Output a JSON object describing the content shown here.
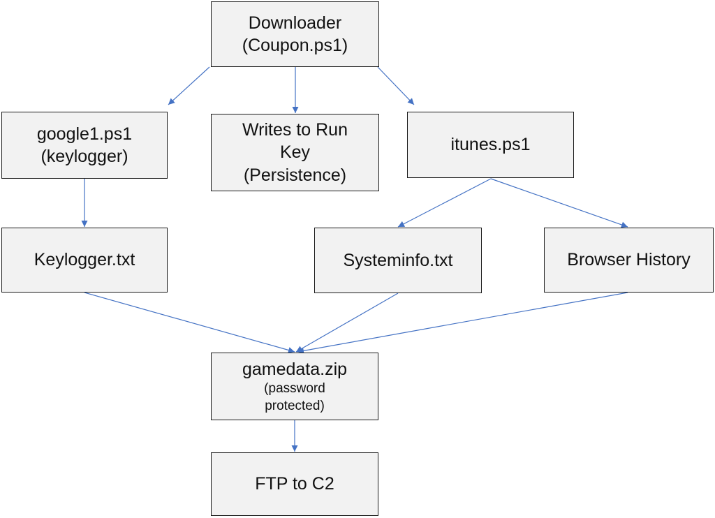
{
  "colors": {
    "box_fill": "#f2f2f2",
    "box_border": "#1a1a1a",
    "connector": "#4472c4"
  },
  "nodes": {
    "downloader": {
      "line1": "Downloader",
      "line2": "(Coupon.ps1)"
    },
    "google": {
      "line1": "google1.ps1",
      "line2": "(keylogger)"
    },
    "runkey": {
      "line1": "Writes to Run",
      "line2": "Key",
      "line3": "(Persistence)"
    },
    "itunes": {
      "line1": "itunes.ps1"
    },
    "keylogger": {
      "line1": "Keylogger.txt"
    },
    "sysinfo": {
      "line1": "Systeminfo.txt"
    },
    "browser": {
      "line1": "Browser History"
    },
    "gamedata": {
      "line1": "gamedata.zip",
      "sub1": "(password",
      "sub2": "protected)"
    },
    "ftp": {
      "line1": "FTP to C2"
    }
  },
  "edges": [
    {
      "from": "downloader",
      "to": "google"
    },
    {
      "from": "downloader",
      "to": "runkey"
    },
    {
      "from": "downloader",
      "to": "itunes"
    },
    {
      "from": "google",
      "to": "keylogger"
    },
    {
      "from": "itunes",
      "to": "sysinfo"
    },
    {
      "from": "itunes",
      "to": "browser"
    },
    {
      "from": "keylogger",
      "to": "gamedata"
    },
    {
      "from": "sysinfo",
      "to": "gamedata"
    },
    {
      "from": "browser",
      "to": "gamedata"
    },
    {
      "from": "gamedata",
      "to": "ftp"
    }
  ]
}
